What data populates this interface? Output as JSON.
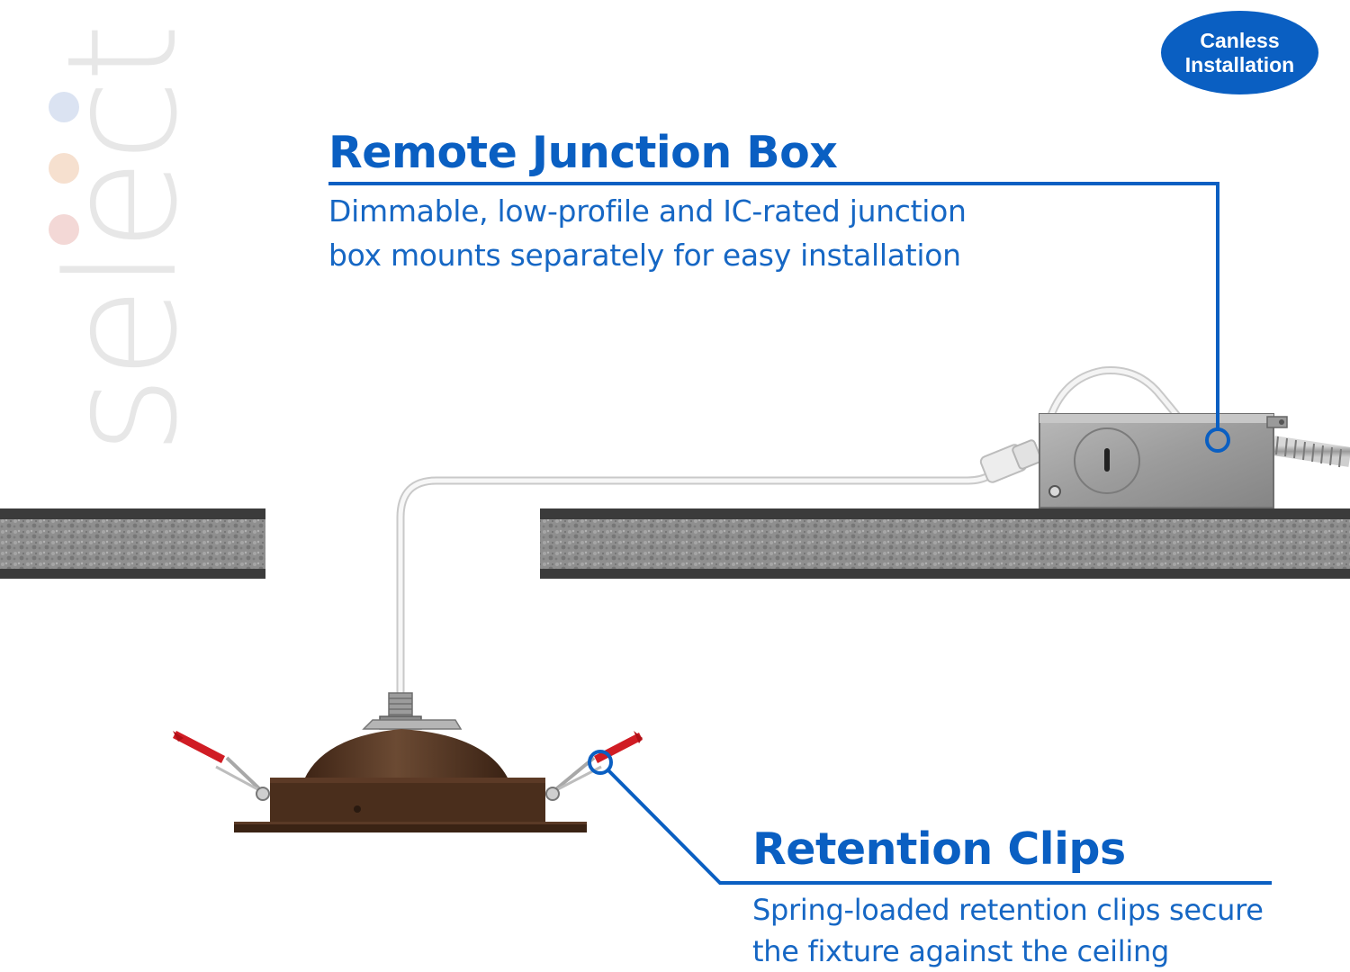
{
  "brand": "select",
  "badge": {
    "line1": "Canless",
    "line2": "Installation"
  },
  "callouts": {
    "junction_box": {
      "heading": "Remote Junction Box",
      "desc_line1": "Dimmable, low-profile and IC-rated junction",
      "desc_line2": "box mounts separately for easy installation"
    },
    "retention_clips": {
      "heading": "Retention Clips",
      "desc_line1": "Spring-loaded retention clips secure",
      "desc_line2": "the fixture against the ceiling"
    }
  },
  "colors": {
    "accent_blue": "#0a5fc2",
    "fixture_bronze": "#4a2e1c",
    "clip_red": "#d01c24",
    "ceiling_gray": "#8e8e8e",
    "brand_dots": [
      "#dbe3f2",
      "#f6e0cf",
      "#f3d8d6"
    ]
  }
}
